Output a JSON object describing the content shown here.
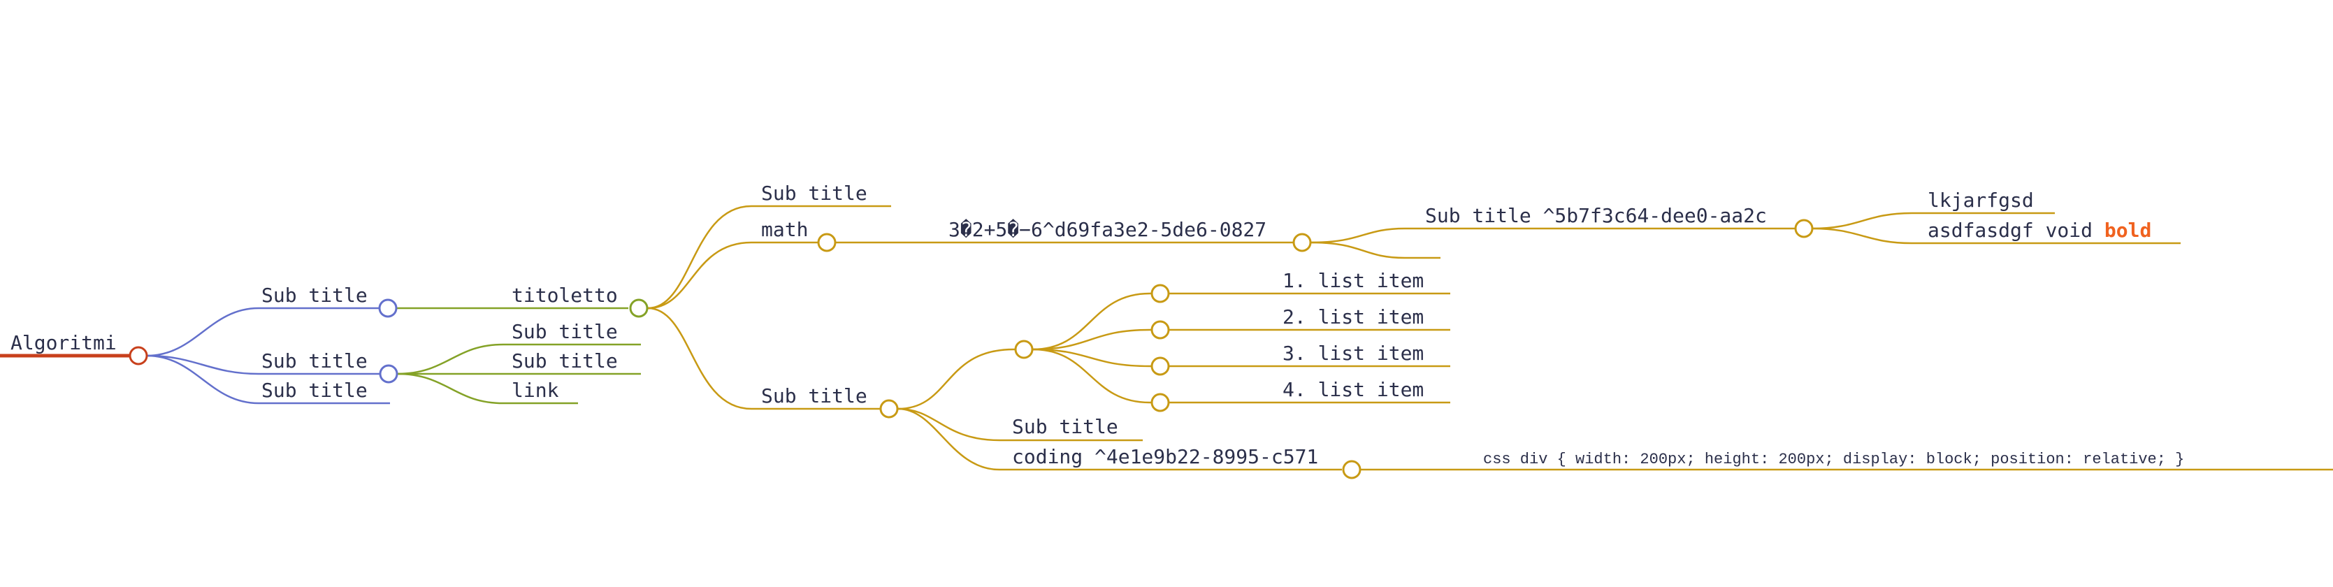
{
  "colors": {
    "root": "#c8401c",
    "blue": "#6370cc",
    "green": "#84a227",
    "gold": "#c89a14",
    "text": "#2b2f4a",
    "bold": "#f0621f"
  },
  "root": {
    "label": "Algoritmi"
  },
  "branches": {
    "sub1": {
      "label": "Sub title"
    },
    "sub2": {
      "label": "Sub title"
    },
    "sub3": {
      "label": "Sub title"
    },
    "titoletto": {
      "label": "titoletto"
    },
    "sub2_children": {
      "a": {
        "label": "Sub title"
      },
      "b": {
        "label": "Sub title"
      },
      "c": {
        "label": "link"
      }
    },
    "titoletto_children": {
      "subtitle_top": {
        "label": "Sub title"
      },
      "math": {
        "label": "math"
      },
      "math_formula": {
        "label": "3�2+5�−6^d69fa3e2-5de6-0827"
      },
      "formula_sub": {
        "label": "Sub title ^5b7f3c64-dee0-aa2c"
      },
      "formula_sub_children": {
        "a": {
          "label": "lkjarfgsd"
        },
        "b_text": {
          "label": "asdfasdgf void "
        },
        "b_bold": {
          "label": "bold"
        }
      },
      "subtitle_bottom": {
        "label": "Sub title"
      },
      "list": [
        {
          "label": "1. list item"
        },
        {
          "label": "2. list item"
        },
        {
          "label": "3. list item"
        },
        {
          "label": "4. list item"
        }
      ],
      "subtitle_coding_sibling": {
        "label": "Sub title"
      },
      "coding": {
        "label": "coding ^4e1e9b22-8995-c571"
      },
      "css": {
        "label": "css div { width: 200px; height: 200px; display: block; position: relative; }"
      }
    }
  }
}
